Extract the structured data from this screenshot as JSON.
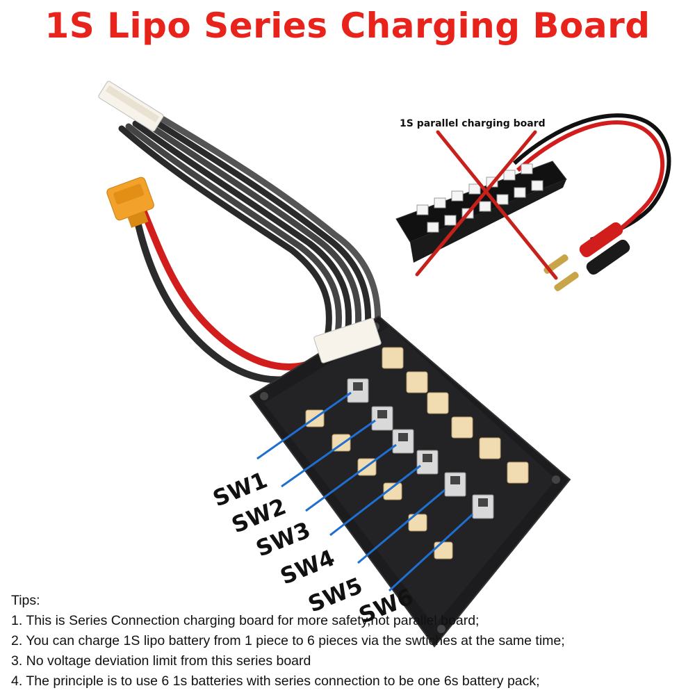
{
  "title": "1S Lipo Series  Charging Board",
  "parallel_board_label": "1S parallel charging board",
  "switch_labels": [
    "SW1",
    "SW2",
    "SW3",
    "SW4",
    "SW5",
    "SW6"
  ],
  "tips": {
    "heading": "Tips:",
    "lines": [
      "1. This is Series Connection charging board for more safety,not  parallel board;",
      "2. You can charge 1S lipo battery from 1 piece to 6 pieces via the swtiches at the same time;",
      "3. No voltage deviation limit from  this series board",
      "4. The principle is to use 6 1s batteries with series connection to be one  6s battery pack;"
    ]
  },
  "colors": {
    "title": "#e8231c",
    "cross": "#c8201a",
    "pointer": "#1f6fd1",
    "board": "#1c1c1e",
    "connector": "#f0dcb0",
    "xt60": "#f2a22a"
  }
}
